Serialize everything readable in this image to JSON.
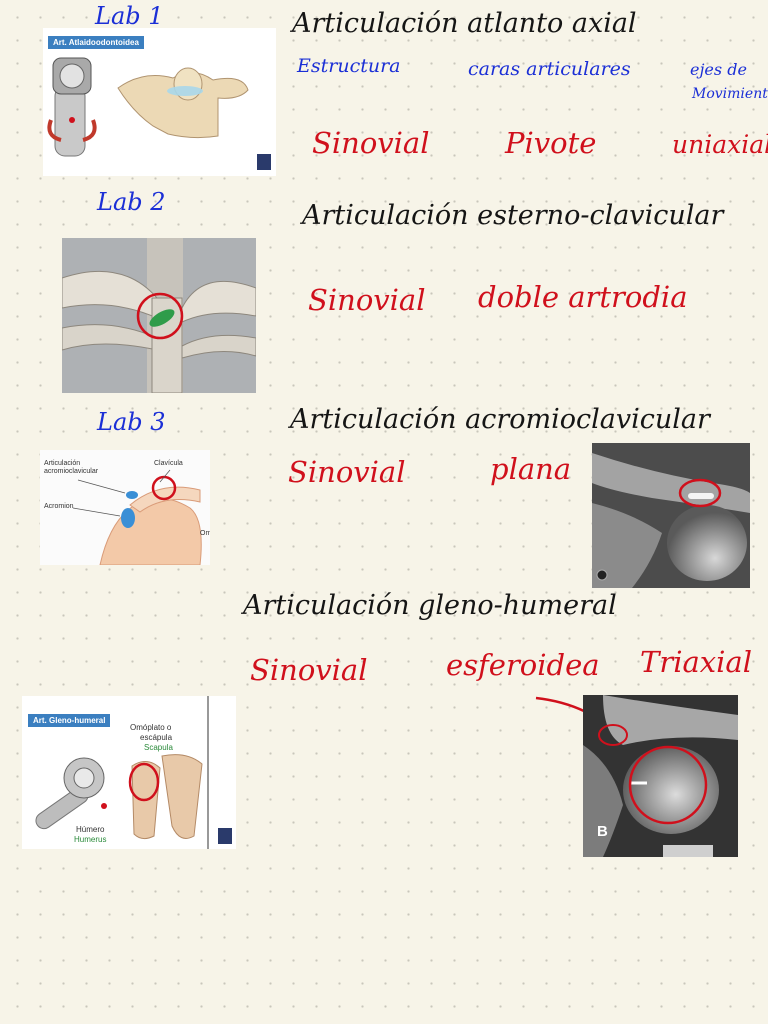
{
  "lab1": {
    "label": "Lab 1",
    "title": "Articulación atlanto axial",
    "headers": {
      "estructura": "Estructura",
      "caras": "caras articulares",
      "ejes_line1": "ejes de",
      "ejes_line2": "Movimiento"
    },
    "image_badge": "Art. Atlaidoodontoidea",
    "tipo": "Sinovial",
    "forma": "Pivote",
    "ejes": "uniaxial"
  },
  "lab2": {
    "label": "Lab 2",
    "title": "Articulación esterno-clavicular",
    "tipo": "Sinovial",
    "forma": "doble artrodia"
  },
  "lab3": {
    "label": "Lab 3",
    "title": "Articulación acromioclavicular",
    "tipo": "Sinovial",
    "forma": "plana",
    "diagram_labels": {
      "articulacion_line1": "Articulación",
      "articulacion_line2": "acromioclavicular",
      "clavicula": "Clavícula",
      "acromion": "Acromion",
      "cut": "Om"
    }
  },
  "gleno": {
    "title": "Articulación gleno-humeral",
    "tipo": "Sinovial",
    "forma": "esferoidea",
    "ejes": "Triaxial",
    "image_badge": "Art. Gleno-humeral",
    "diagram_labels": {
      "omoplato_line1": "Omóplato o",
      "omoplato_line2": "escápula",
      "scapula": "Scapula",
      "humero": "Húmero",
      "humerus": "Humerus"
    },
    "xray_letter": "B"
  }
}
